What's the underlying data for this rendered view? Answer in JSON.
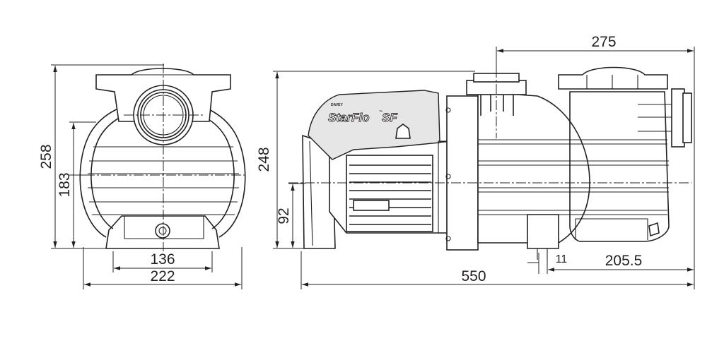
{
  "brand": {
    "maker": "DAVEY",
    "model": "StarFlo",
    "suffix": "SF",
    "tm": "™"
  },
  "dimensions": {
    "front_view": {
      "overall_height": "258",
      "axis_height": "183",
      "foot_spacing": "136",
      "overall_width": "222"
    },
    "side_view": {
      "overall_height": "248",
      "axis_height": "92",
      "inlet_to_end": "275",
      "overall_length": "550",
      "foot_to_end": "205.5",
      "foot_width": "11"
    }
  },
  "colors": {
    "line": "#231f20",
    "background": "#ffffff",
    "fill_light": "#e6e6e6"
  }
}
